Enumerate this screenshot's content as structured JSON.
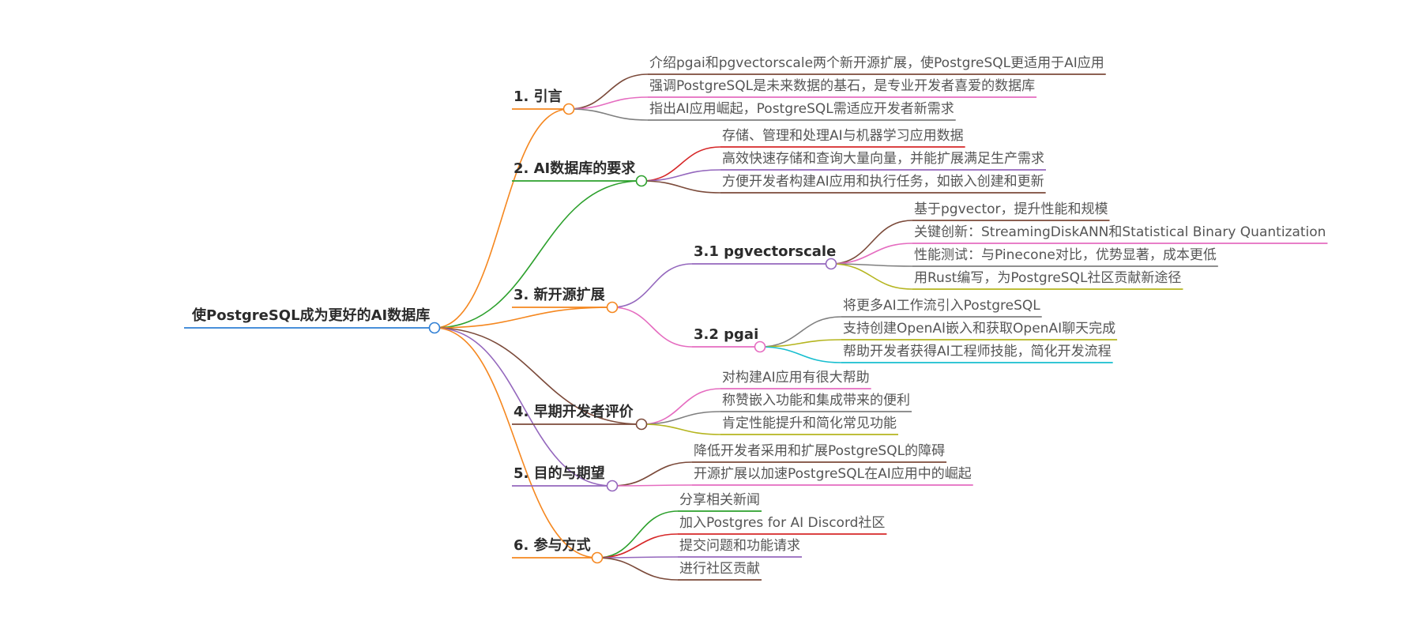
{
  "root": {
    "label": "使PostgreSQL成为更好的AI数据库",
    "color": "#2f7fd4"
  },
  "branches": [
    {
      "label": "1. 引言",
      "color": "#f5871f",
      "leaves": [
        {
          "text": "介绍pgai和pgvectorscale两个新开源扩展，使PostgreSQL更适用于AI应用",
          "color": "#7b4a3a"
        },
        {
          "text": "强调PostgreSQL是未来数据的基石，是专业开发者喜爱的数据库",
          "color": "#e56cc0"
        },
        {
          "text": "指出AI应用崛起，PostgreSQL需适应开发者新需求",
          "color": "#7f7f7f"
        }
      ]
    },
    {
      "label": "2. AI数据库的要求",
      "color": "#2ca02c",
      "leaves": [
        {
          "text": "存储、管理和处理AI与机器学习应用数据",
          "color": "#d62728"
        },
        {
          "text": "高效快速存储和查询大量向量，并能扩展满足生产需求",
          "color": "#9467bd"
        },
        {
          "text": "方便开发者构建AI应用和执行任务，如嵌入创建和更新",
          "color": "#7b4a3a"
        }
      ]
    },
    {
      "label": "3. 新开源扩展",
      "color": "#f5871f",
      "subs": [
        {
          "label": "3.1 pgvectorscale",
          "color": "#9467bd",
          "leaves": [
            {
              "text": "基于pgvector，提升性能和规模",
              "color": "#7b4a3a"
            },
            {
              "text": "关键创新：StreamingDiskANN和Statistical Binary Quantization",
              "color": "#e56cc0"
            },
            {
              "text": "性能测试：与Pinecone对比，优势显著，成本更低",
              "color": "#7f7f7f"
            },
            {
              "text": "用Rust编写，为PostgreSQL社区贡献新途径",
              "color": "#b5b51f"
            }
          ]
        },
        {
          "label": "3.2 pgai",
          "color": "#e56cc0",
          "leaves": [
            {
              "text": "将更多AI工作流引入PostgreSQL",
              "color": "#7f7f7f"
            },
            {
              "text": "支持创建OpenAI嵌入和获取OpenAI聊天完成",
              "color": "#b5b51f"
            },
            {
              "text": "帮助开发者获得AI工程师技能，简化开发流程",
              "color": "#17becf"
            }
          ]
        }
      ]
    },
    {
      "label": "4. 早期开发者评价",
      "color": "#7b4a3a",
      "leaves": [
        {
          "text": "对构建AI应用有很大帮助",
          "color": "#e56cc0"
        },
        {
          "text": "称赞嵌入功能和集成带来的便利",
          "color": "#7f7f7f"
        },
        {
          "text": "肯定性能提升和简化常见功能",
          "color": "#b5b51f"
        }
      ]
    },
    {
      "label": "5. 目的与期望",
      "color": "#9467bd",
      "leaves": [
        {
          "text": "降低开发者采用和扩展PostgreSQL的障碍",
          "color": "#7b4a3a"
        },
        {
          "text": "开源扩展以加速PostgreSQL在AI应用中的崛起",
          "color": "#e56cc0"
        }
      ]
    },
    {
      "label": "6. 参与方式",
      "color": "#f5871f",
      "leaves": [
        {
          "text": "分享相关新闻",
          "color": "#2ca02c"
        },
        {
          "text": "加入Postgres for AI Discord社区",
          "color": "#d62728"
        },
        {
          "text": "提交问题和功能请求",
          "color": "#9467bd"
        },
        {
          "text": "进行社区贡献",
          "color": "#7b4a3a"
        }
      ]
    }
  ]
}
